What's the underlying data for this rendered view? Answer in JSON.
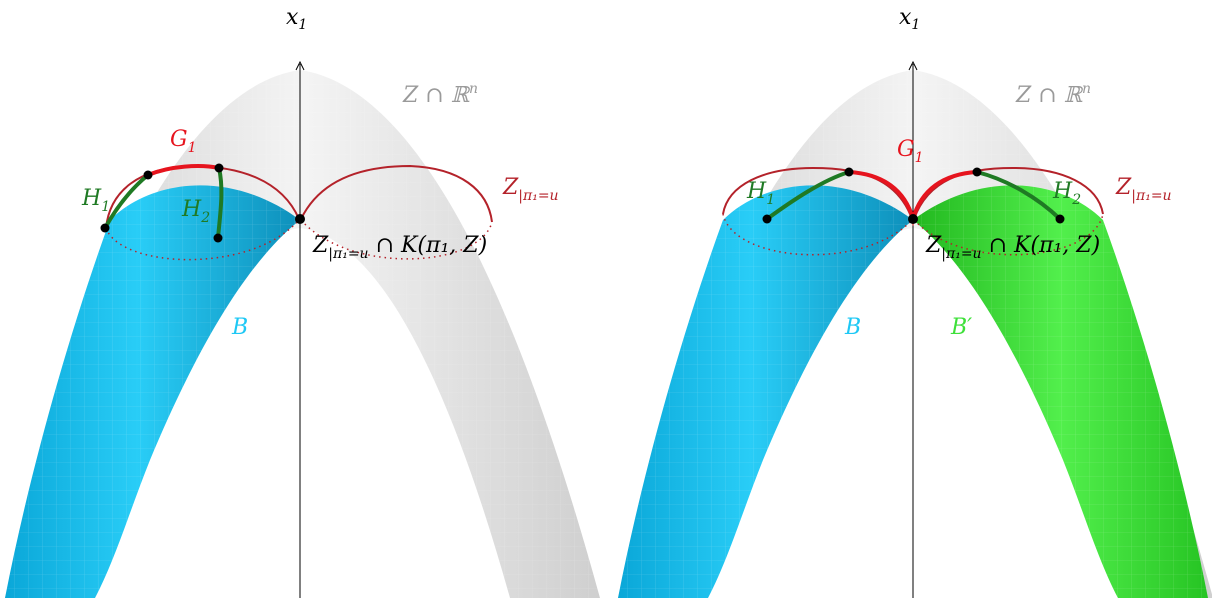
{
  "panels": [
    {
      "id": "left",
      "axis_label": "x",
      "axis_label_sub": "1",
      "set_label_main": "Z ∩ ℝ",
      "set_label_sup": "n",
      "fiber_label_main": "Z",
      "fiber_label_sub": "|π₁=u",
      "intersection_main": "Z",
      "intersection_sub": "|π₁=u",
      "intersection_rest": " ∩ K(π₁, Z)",
      "G_main": "G",
      "G_sub": "1",
      "H1_main": "H",
      "H1_sub": "1",
      "H2_main": "H",
      "H2_sub": "2",
      "B_label": "B"
    },
    {
      "id": "right",
      "axis_label": "x",
      "axis_label_sub": "1",
      "set_label_main": "Z ∩ ℝ",
      "set_label_sup": "n",
      "fiber_label_main": "Z",
      "fiber_label_sub": "|π₁=u",
      "intersection_main": "Z",
      "intersection_sub": "|π₁=u",
      "intersection_rest": " ∩ K(π₁, Z)",
      "G_main": "G",
      "G_sub": "1",
      "H1_main": "H",
      "H1_sub": "1",
      "H2_main": "H",
      "H2_sub": "2",
      "B_label": "B",
      "Bprime_label": "B′"
    }
  ],
  "colors": {
    "blue": "#1ec8f5",
    "green": "#3ee03a",
    "red": "#e6141e",
    "darkred": "#b4222a",
    "darkgreen": "#1f7a24",
    "gray": "#9a9a9a",
    "black": "#000000"
  }
}
